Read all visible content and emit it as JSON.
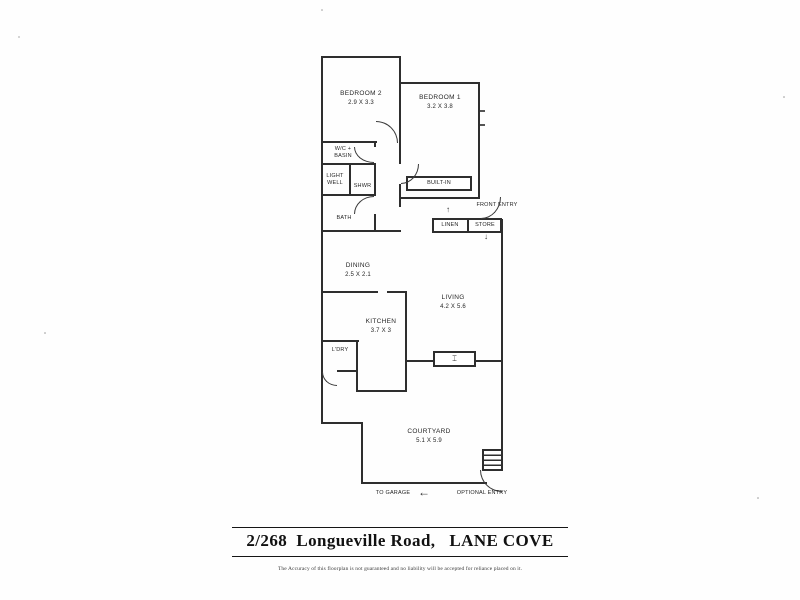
{
  "meta": {
    "address_title": "2/268  Longueville Road,   LANE COVE",
    "disclaimer": "The Accuracy of this floorplan is not guaranteed and no liability will be accepted for reliance placed on it."
  },
  "rooms": {
    "bedroom2": {
      "label": "BEDROOM 2",
      "dims": "2.9 x 3.3"
    },
    "bedroom1": {
      "label": "BEDROOM 1",
      "dims": "3.2 x 3.8"
    },
    "built_in": {
      "label": "BUILT-IN"
    },
    "wc": {
      "label": "W/C +",
      "label2": "BASIN"
    },
    "light_well": {
      "label": "LIGHT",
      "label2": "WELL"
    },
    "shower": {
      "label": "SHWR"
    },
    "bath": {
      "label": "BATH"
    },
    "dining": {
      "label": "DINING",
      "dims": "2.5 x 2.1"
    },
    "kitchen": {
      "label": "KITCHEN",
      "dims": "3.7 x 3"
    },
    "laundry": {
      "label": "L'DRY"
    },
    "living": {
      "label": "LIVING",
      "dims": "4.2 x 5.6"
    },
    "linen": {
      "label": "LINEN"
    },
    "store": {
      "label": "STORE"
    },
    "courtyard": {
      "label": "COURTYARD",
      "dims": "5.1 x 5.9"
    }
  },
  "annotations": {
    "front_entry": "FRONT ENTRY",
    "to_garage": "TO GARAGE",
    "optional_entry": "OPTIONAL ENTRY",
    "garage_arrow": "←",
    "linen_arrow": "↑",
    "store_arrow": "↓",
    "fireplace_glyph": "⌶"
  },
  "colors": {
    "ink": "#2e2e2e",
    "paper": "#ffffff"
  }
}
